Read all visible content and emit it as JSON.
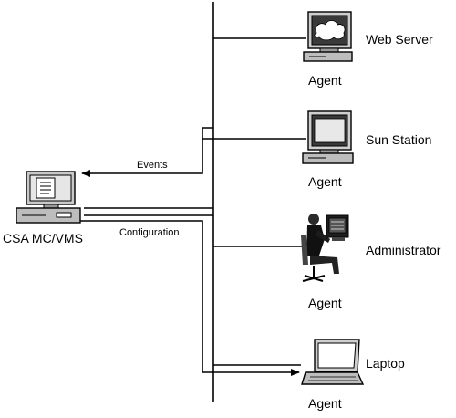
{
  "diagram": {
    "left_node": {
      "label": "CSA MC/VMS"
    },
    "arrows": {
      "events_label": "Events",
      "configuration_label": "Configuration"
    },
    "nodes": [
      {
        "label": "Web Server",
        "agent_label": "Agent",
        "icon": "web-server-icon"
      },
      {
        "label": "Sun Station",
        "agent_label": "Agent",
        "icon": "sun-station-icon"
      },
      {
        "label": "Administrator",
        "agent_label": "Agent",
        "icon": "administrator-icon"
      },
      {
        "label": "Laptop",
        "agent_label": "Agent",
        "icon": "laptop-icon"
      }
    ]
  }
}
